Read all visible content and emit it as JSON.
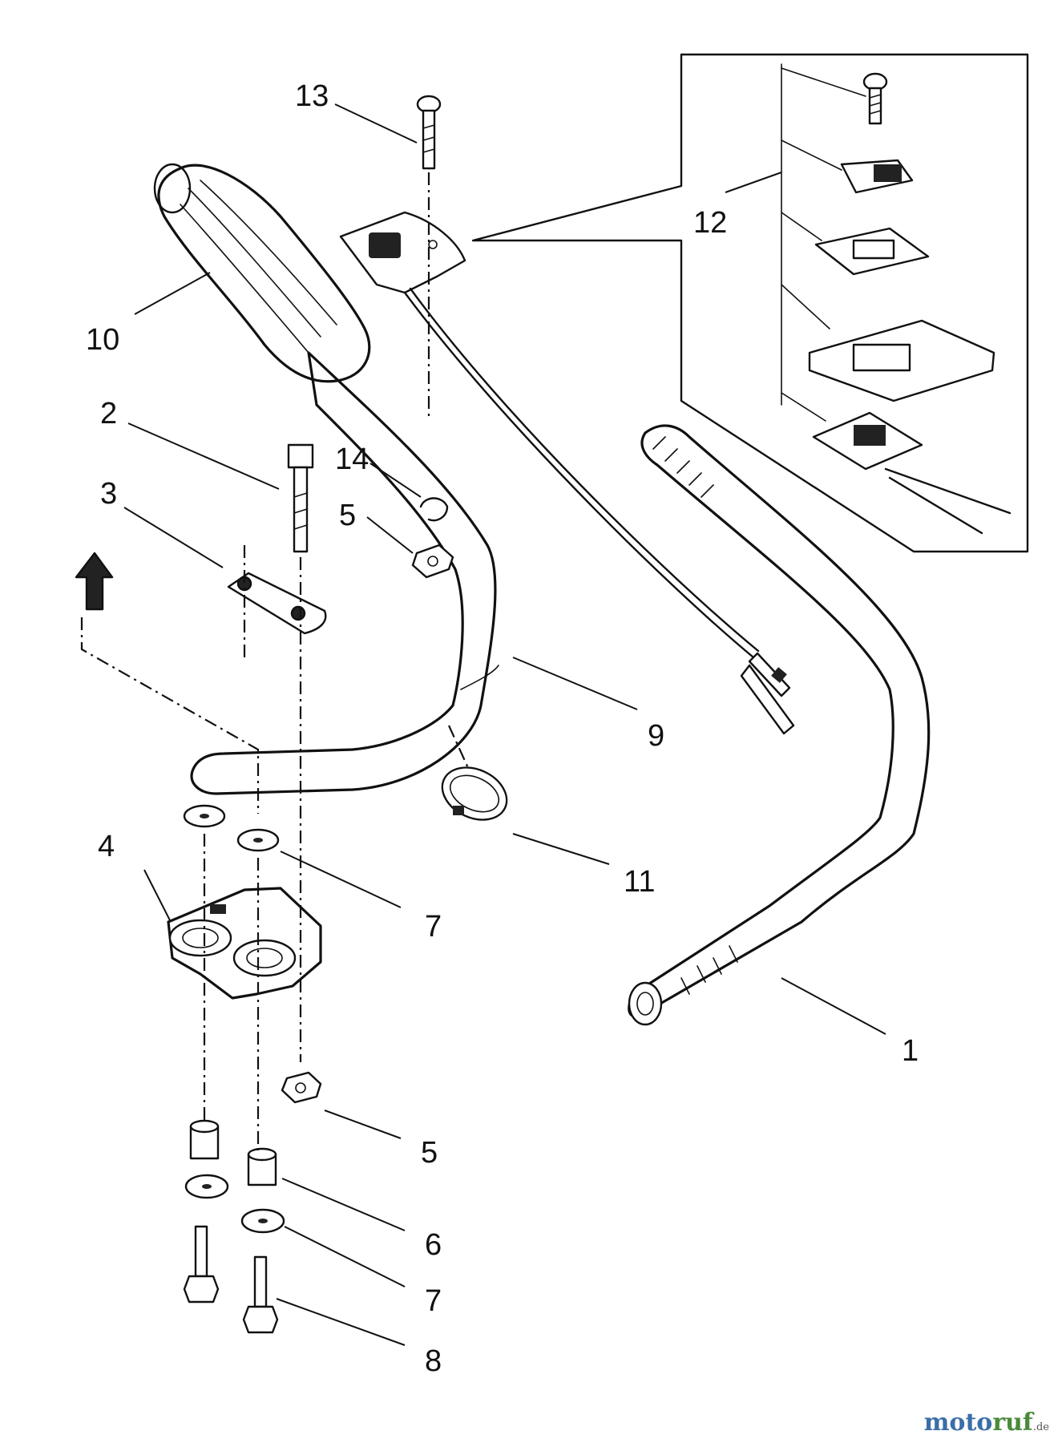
{
  "callouts": {
    "c1": "1",
    "c2": "2",
    "c3": "3",
    "c4": "4",
    "c5a": "5",
    "c5b": "5",
    "c6": "6",
    "c7a": "7",
    "c7b": "7",
    "c8": "8",
    "c9": "9",
    "c10": "10",
    "c11": "11",
    "c12": "12",
    "c13": "13",
    "c14": "14"
  },
  "watermark": "motoruf.de"
}
